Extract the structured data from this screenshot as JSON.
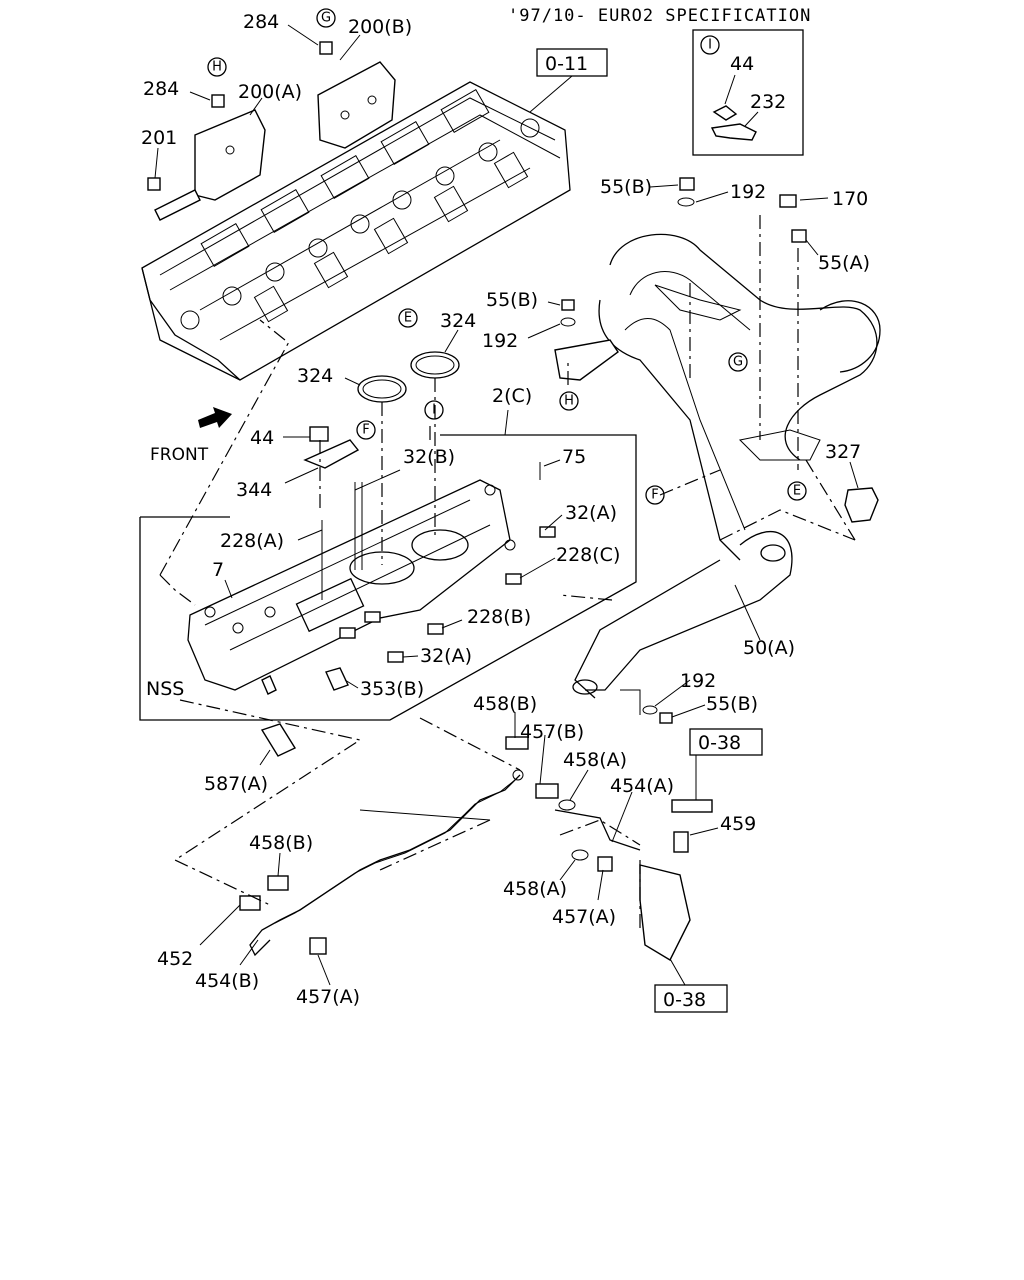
{
  "header": {
    "spec": "'97/10- EURO2 SPECIFICATION"
  },
  "references": {
    "ref_0_11": "0-11",
    "ref_0_38_top": "0-38",
    "ref_0_38_bottom": "0-38"
  },
  "inset": {
    "marker": "I",
    "labels": [
      "44",
      "232"
    ]
  },
  "markers": {
    "E": "E",
    "F": "F",
    "G": "G",
    "H": "H",
    "I": "I"
  },
  "labels": {
    "p284_top": "284",
    "p200b": "200(B)",
    "p284_left": "284",
    "p200a": "200(A)",
    "p201": "201",
    "p55b_top": "55(B)",
    "p192_top": "192",
    "p170": "170",
    "p55a": "55(A)",
    "p55b_mid": "55(B)",
    "p192_mid": "192",
    "p324_right": "324",
    "p324_left": "324",
    "p2c": "2(C)",
    "p44": "44",
    "p344": "344",
    "front": "FRONT",
    "p32b": "32(B)",
    "p75": "75",
    "p32a_right": "32(A)",
    "p228a": "228(A)",
    "p228c": "228(C)",
    "p7": "7",
    "p228b": "228(B)",
    "p32a_mid": "32(A)",
    "p327": "327",
    "nss": "NSS",
    "p353b": "353(B)",
    "p50a": "50(A)",
    "p192_low": "192",
    "p55b_low": "55(B)",
    "p458b_top": "458(B)",
    "p457b": "457(B)",
    "p458a_top": "458(A)",
    "p454a": "454(A)",
    "p587a": "587(A)",
    "p459": "459",
    "p458b_low": "458(B)",
    "p458a_low": "458(A)",
    "p457a_right": "457(A)",
    "p452": "452",
    "p454b": "454(B)",
    "p457a_bottom": "457(A)"
  }
}
